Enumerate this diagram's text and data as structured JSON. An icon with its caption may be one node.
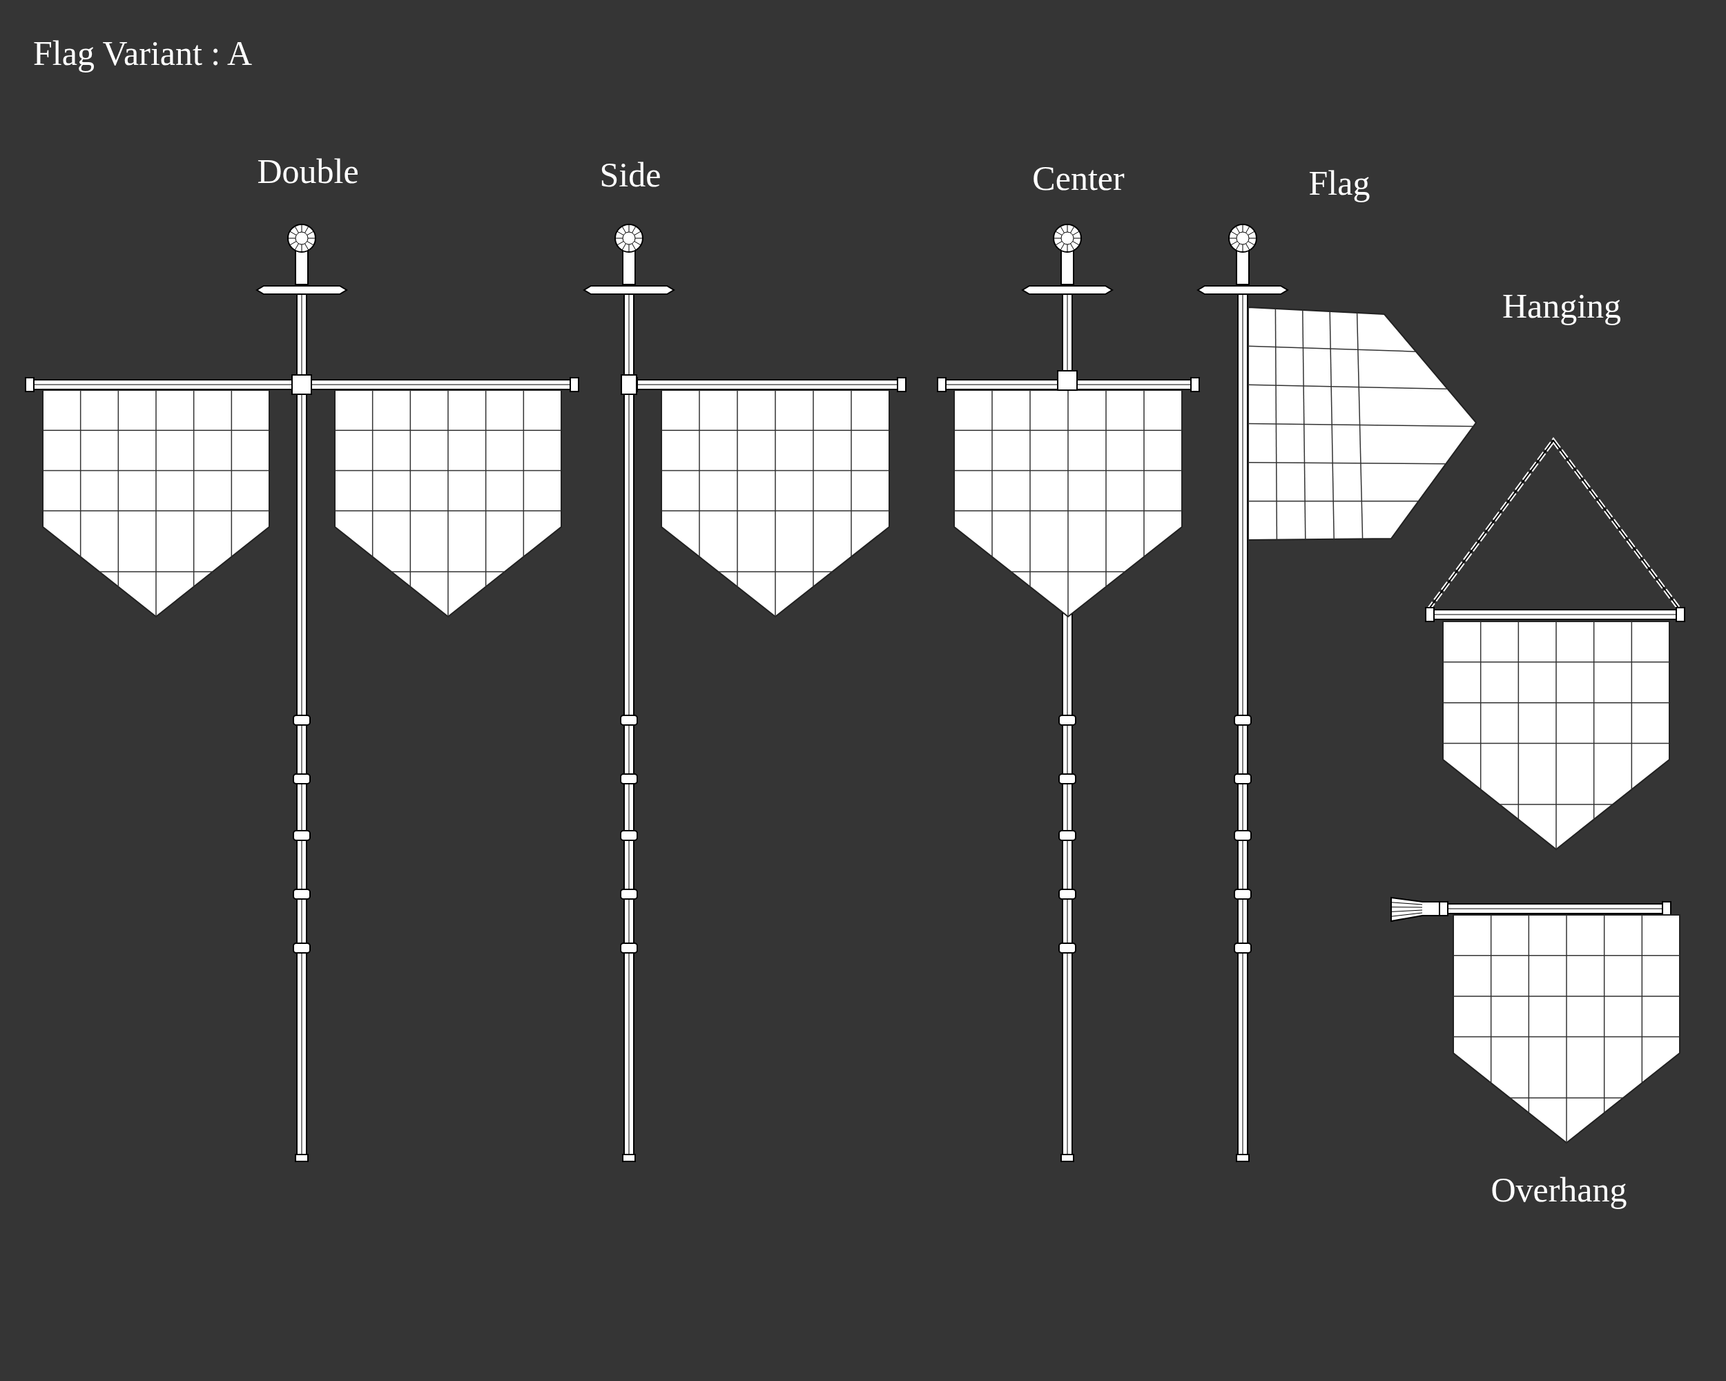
{
  "diagram": {
    "title": "Flag Variant : A",
    "labels": [
      "Double",
      "Side",
      "Center",
      "Flag",
      "Hanging",
      "Overhang"
    ]
  }
}
